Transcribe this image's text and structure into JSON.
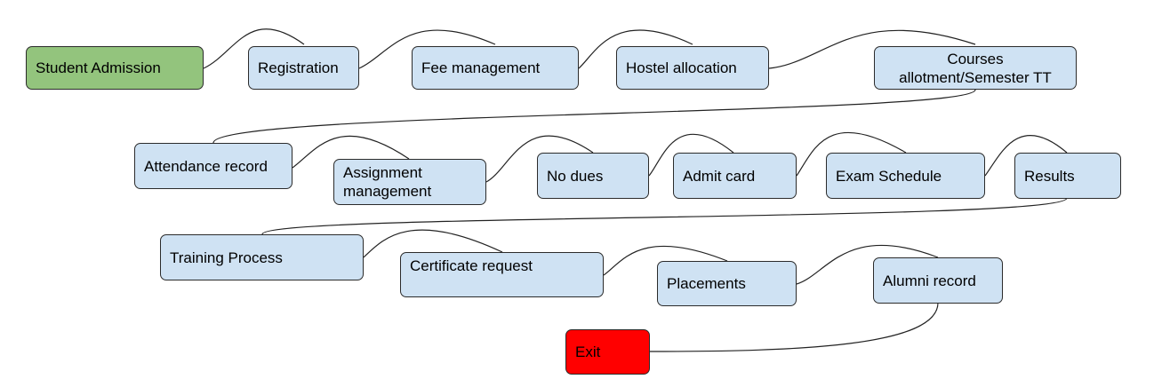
{
  "colors": {
    "start_fill": "#93c47d",
    "step_fill": "#cfe2f3",
    "exit_fill": "#ff0000",
    "border": "#2b2b2b"
  },
  "nodes": [
    {
      "id": "student-admission",
      "label": "Student Admission",
      "role": "start"
    },
    {
      "id": "registration",
      "label": "Registration",
      "role": "step"
    },
    {
      "id": "fee-management",
      "label": "Fee management",
      "role": "step"
    },
    {
      "id": "hostel-allocation",
      "label": "Hostel allocation",
      "role": "step"
    },
    {
      "id": "courses-allotment",
      "label": "Courses\nallotment/Semester TT",
      "role": "step"
    },
    {
      "id": "attendance-record",
      "label": "Attendance record",
      "role": "step"
    },
    {
      "id": "assignment-management",
      "label": "Assignment\nmanagement",
      "role": "step"
    },
    {
      "id": "no-dues",
      "label": "No dues",
      "role": "step"
    },
    {
      "id": "admit-card",
      "label": "Admit card",
      "role": "step"
    },
    {
      "id": "exam-schedule",
      "label": "Exam Schedule",
      "role": "step"
    },
    {
      "id": "results",
      "label": "Results",
      "role": "step"
    },
    {
      "id": "training-process",
      "label": "Training Process",
      "role": "step"
    },
    {
      "id": "certificate-request",
      "label": "Certificate request",
      "role": "step"
    },
    {
      "id": "placements",
      "label": "Placements",
      "role": "step"
    },
    {
      "id": "alumni-record",
      "label": "Alumni record",
      "role": "step"
    },
    {
      "id": "exit",
      "label": "Exit",
      "role": "end"
    }
  ],
  "edges": [
    [
      "student-admission",
      "registration"
    ],
    [
      "registration",
      "fee-management"
    ],
    [
      "fee-management",
      "hostel-allocation"
    ],
    [
      "hostel-allocation",
      "courses-allotment"
    ],
    [
      "courses-allotment",
      "attendance-record"
    ],
    [
      "attendance-record",
      "assignment-management"
    ],
    [
      "assignment-management",
      "no-dues"
    ],
    [
      "no-dues",
      "admit-card"
    ],
    [
      "admit-card",
      "exam-schedule"
    ],
    [
      "exam-schedule",
      "results"
    ],
    [
      "results",
      "training-process"
    ],
    [
      "training-process",
      "certificate-request"
    ],
    [
      "certificate-request",
      "placements"
    ],
    [
      "placements",
      "alumni-record"
    ],
    [
      "alumni-record",
      "exit"
    ]
  ]
}
